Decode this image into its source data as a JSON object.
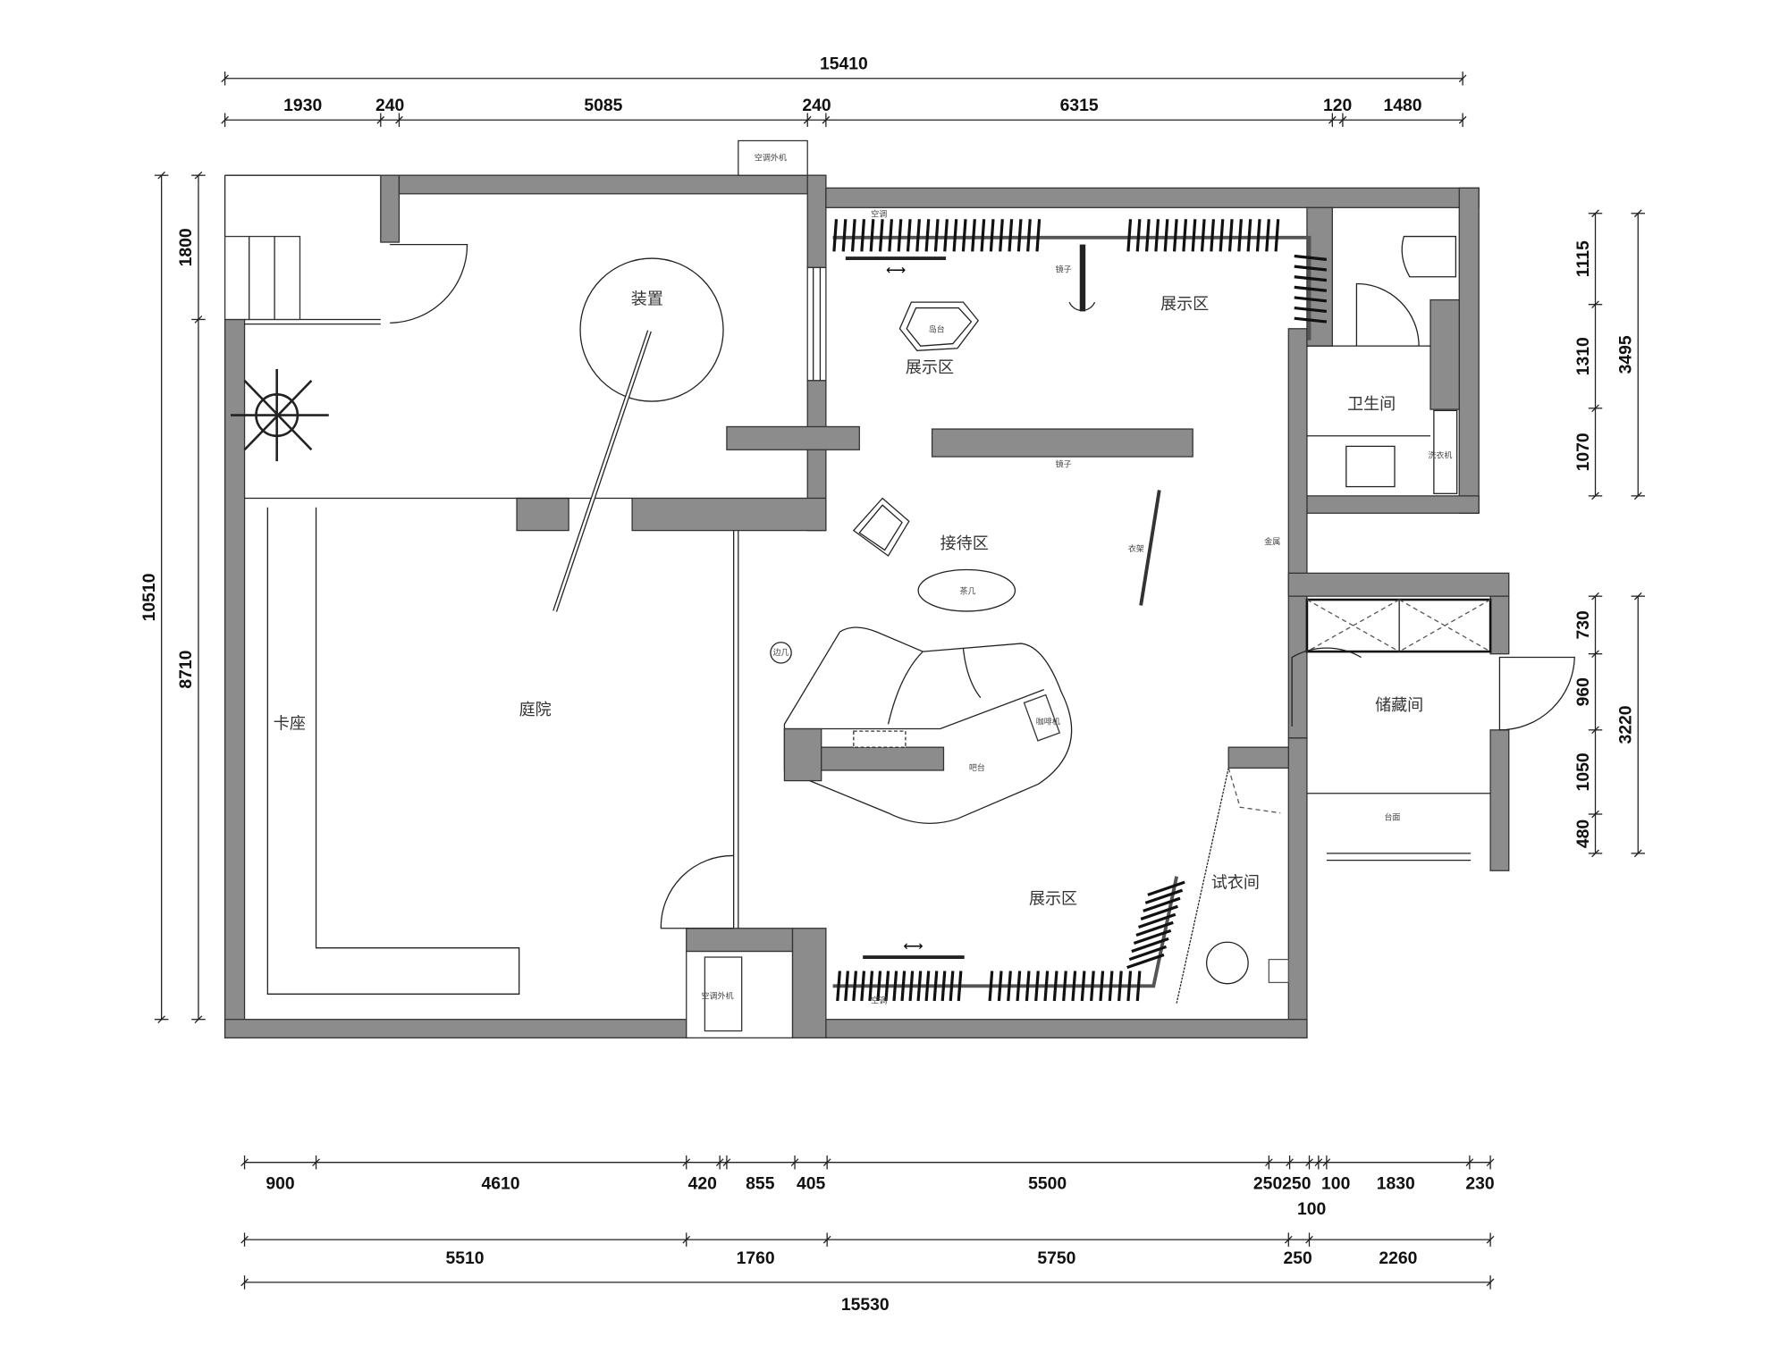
{
  "title": "Floor plan",
  "dimensions": {
    "top_total": "15410",
    "top_segments": [
      "1930",
      "240",
      "5085",
      "240",
      "6315",
      "120",
      "1480"
    ],
    "left_total": "10510",
    "left_segments": [
      "1800",
      "8710"
    ],
    "right_upper_total": "3495",
    "right_upper_segments": [
      "1115",
      "1310",
      "1070"
    ],
    "right_lower_total": "3220",
    "right_lower_segments": [
      "730",
      "960",
      "1050",
      "480"
    ],
    "bottom_row1": [
      "900",
      "4610",
      "420",
      "855",
      "405",
      "5500",
      "250",
      "250",
      "100",
      "1830",
      "230"
    ],
    "bottom_row1_extra": "100",
    "bottom_row2": [
      "5510",
      "1760",
      "5750",
      "250",
      "2260"
    ],
    "bottom_total": "15530"
  },
  "rooms": {
    "installation": "装置",
    "courtyard": "庭院",
    "booth_seating": "卡座",
    "display_area_1": "展示区",
    "display_area_2": "展示区",
    "display_area_3": "展示区",
    "reception": "接待区",
    "bathroom": "卫生间",
    "storage": "储藏间",
    "fitting_room": "试衣间"
  },
  "small_labels": {
    "ac_unit_top": "空调外机",
    "ac_unit_bottom": "空调外机",
    "island": "岛台",
    "mirror_1": "镜子",
    "mirror_2": "镜子",
    "coffee_table": "茶几",
    "side_table": "边几",
    "bar": "吧台",
    "coffee_machine": "咖啡机",
    "rack": "衣架",
    "metal": "金属",
    "counter": "台面",
    "ac_top": "空调",
    "ac_bottom": "空调",
    "washer": "洗衣机"
  }
}
